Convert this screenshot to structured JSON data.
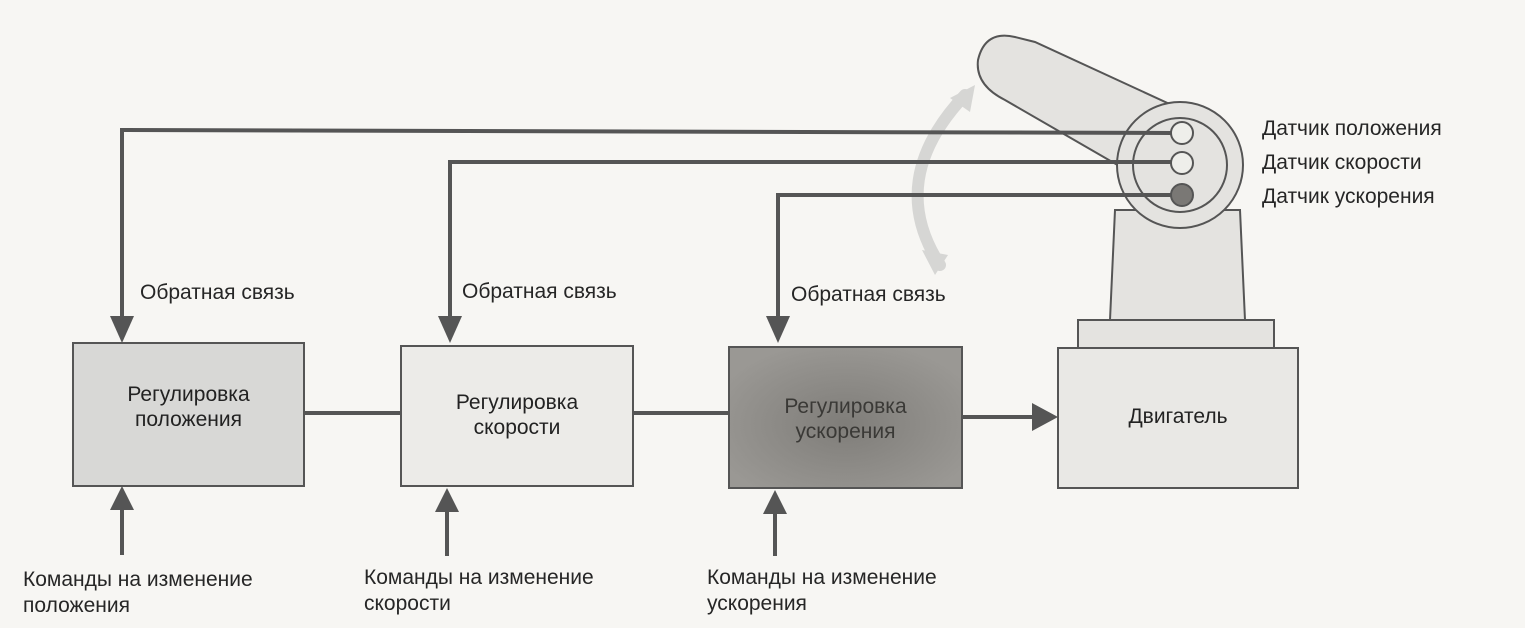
{
  "blocks": {
    "position": {
      "line1": "Регулировка",
      "line2": "положения"
    },
    "speed": {
      "line1": "Регулировка",
      "line2": "скорости"
    },
    "acceleration": {
      "line1": "Регулировка",
      "line2": "ускорения"
    },
    "motor": {
      "label": "Двигатель"
    }
  },
  "feedback_label": "Обратная связь",
  "commands": {
    "position": {
      "line1": "Команды на изменение",
      "line2": "положения"
    },
    "speed": {
      "line1": "Команды на изменение",
      "line2": "скорости"
    },
    "acceleration": {
      "line1": "Команды на изменение",
      "line2": "ускорения"
    }
  },
  "sensors": {
    "position": "Датчик положения",
    "speed": "Датчик скорости",
    "acceleration": "Датчик ускорения"
  },
  "colors": {
    "line": "#555555",
    "position_box": "#d8d8d6",
    "speed_box": "#ecebe8",
    "acceleration_box": "#8e8c88",
    "motor_box": "#e9e8e5",
    "sensor_accel": "#7a7875"
  }
}
